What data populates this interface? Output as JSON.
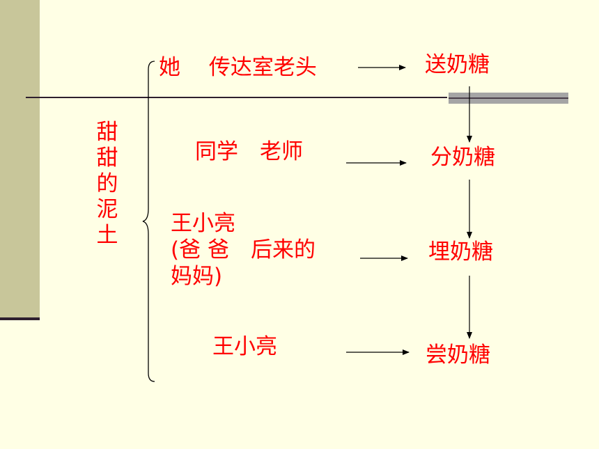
{
  "title": "甜甜的泥土",
  "rows": [
    {
      "people": "她　  传达室老头",
      "action": "送奶糖"
    },
    {
      "people": "同学　老师",
      "action": "分奶糖"
    },
    {
      "people": "王小亮\n(爸 爸　后来的\n妈妈)",
      "action": "埋奶糖"
    },
    {
      "people": "王小亮",
      "action": "尝奶糖"
    }
  ],
  "colors": {
    "text": "#FF0000",
    "background": "#FFFFE5",
    "sidebar": "#C8C69A"
  }
}
